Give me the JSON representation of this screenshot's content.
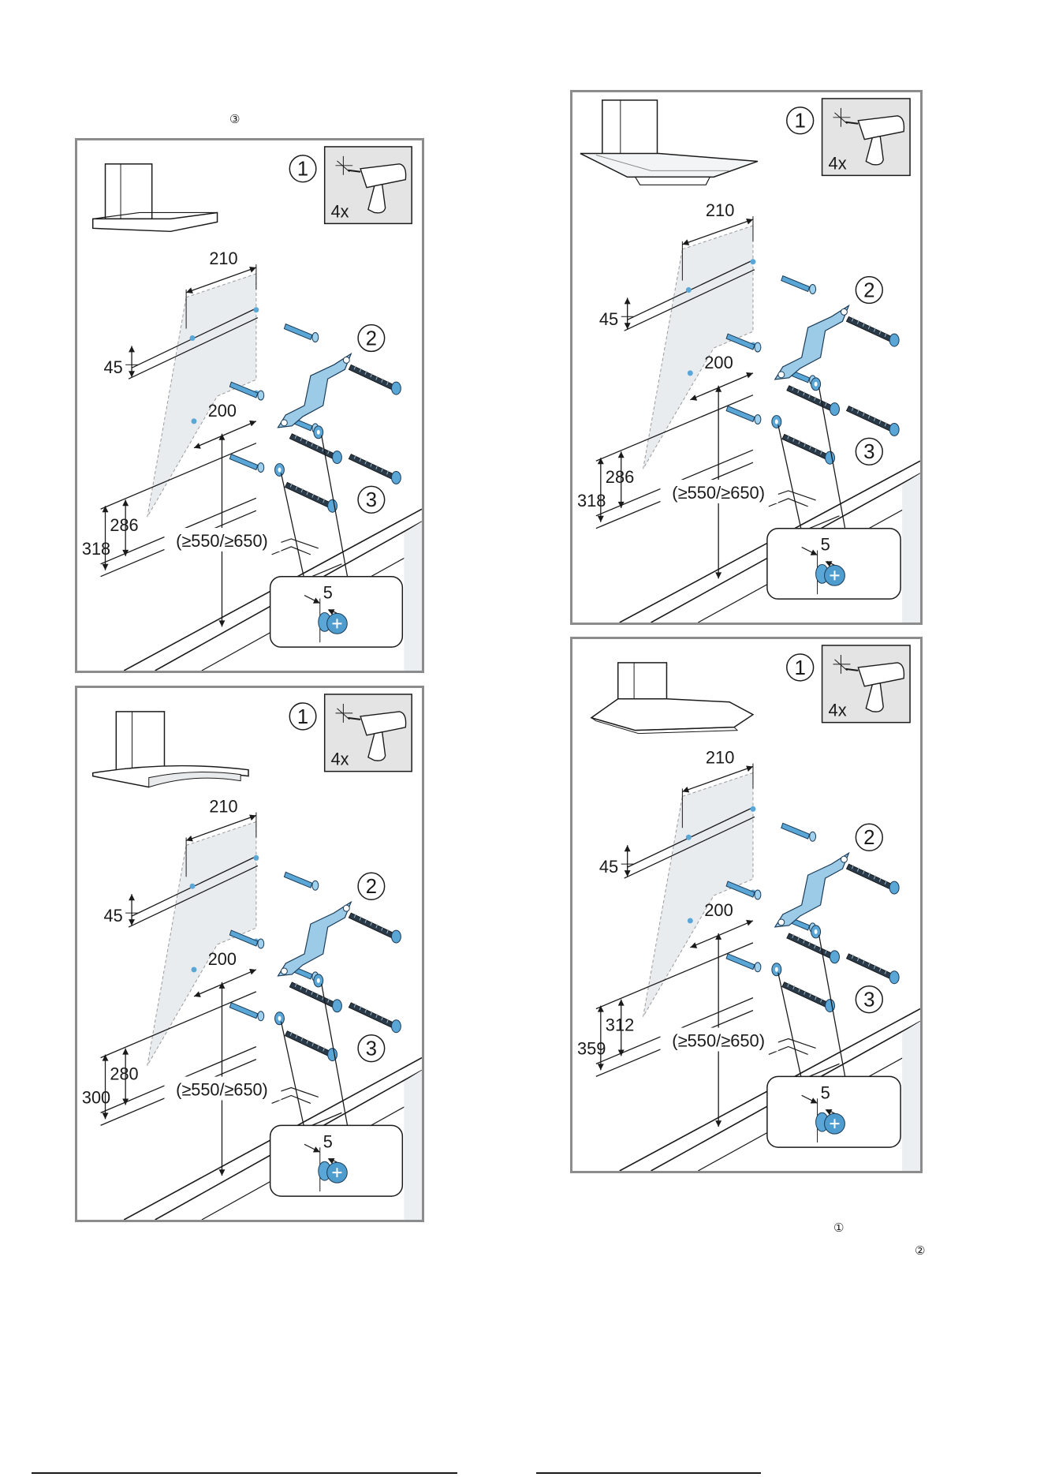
{
  "notes": {
    "top_left_marker": "③",
    "bottom_right_marker_1": "①",
    "bottom_right_marker_2": "②"
  },
  "panels": [
    {
      "id": "panel-box-hood",
      "steps": [
        "1",
        "2",
        "3"
      ],
      "drill_count": "4x",
      "dims": {
        "horizontal": "210",
        "top_offset": "45",
        "hole_spacing": "200",
        "inner_height": "286",
        "outer_height": "318",
        "clearance": "(≥550/≥650)",
        "gap": "5"
      }
    },
    {
      "id": "panel-curved-glass-hood",
      "steps": [
        "1",
        "2",
        "3"
      ],
      "drill_count": "4x",
      "dims": {
        "horizontal": "210",
        "top_offset": "45",
        "hole_spacing": "200",
        "inner_height": "280",
        "outer_height": "300",
        "clearance": "(≥550/≥650)",
        "gap": "5"
      }
    },
    {
      "id": "panel-flat-glass-hood",
      "steps": [
        "1",
        "2",
        "3"
      ],
      "drill_count": "4x",
      "dims": {
        "horizontal": "210",
        "top_offset": "45",
        "hole_spacing": "200",
        "inner_height": "286",
        "outer_height": "318",
        "clearance": "(≥550/≥650)",
        "gap": "5"
      }
    },
    {
      "id": "panel-pyramid-hood",
      "steps": [
        "1",
        "2",
        "3"
      ],
      "drill_count": "4x",
      "dims": {
        "horizontal": "210",
        "top_offset": "45",
        "hole_spacing": "200",
        "inner_height": "312",
        "outer_height": "359",
        "clearance": "(≥550/≥650)",
        "gap": "5"
      }
    }
  ],
  "colors": {
    "accent_blue": "#5aa6d6",
    "panel_border": "#8c8c8c",
    "drill_box": "#e4e4e4"
  }
}
